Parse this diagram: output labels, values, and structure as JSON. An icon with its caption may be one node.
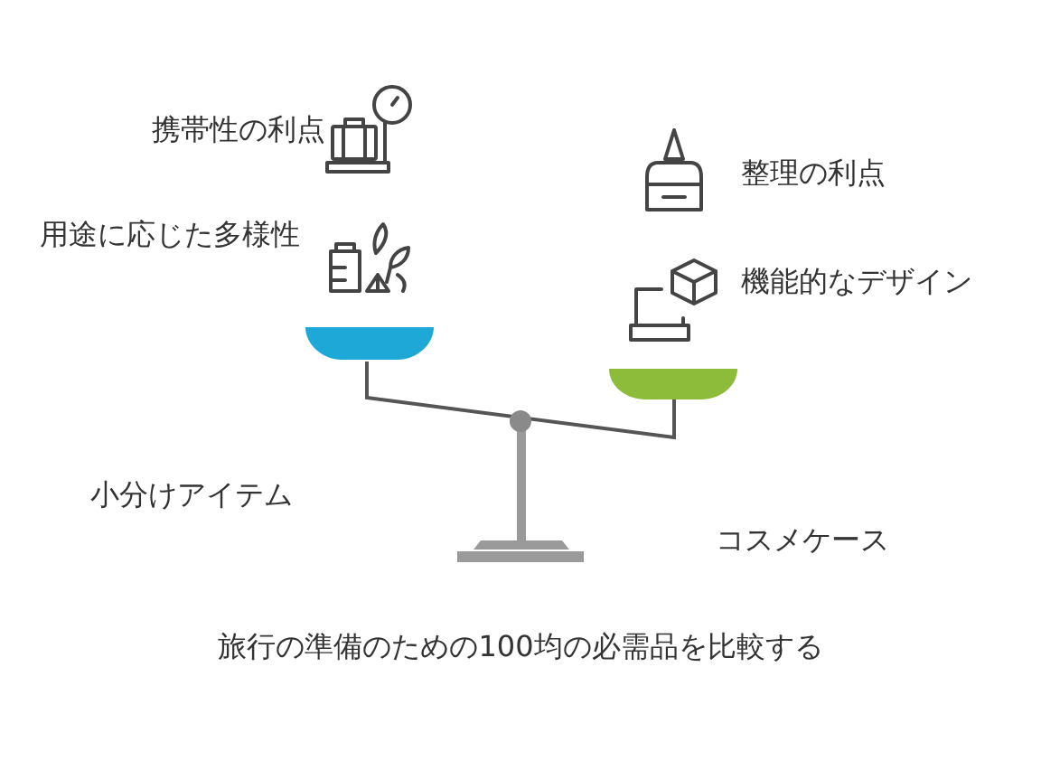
{
  "diagram": {
    "caption": "旅行の準備のための100均の必需品を比較する",
    "labels": [
      "携帯性の利点",
      "整理の利点",
      "用途に応じた多様性",
      "機能的なデザイン",
      "小分けアイテム",
      "コスメケース"
    ]
  }
}
